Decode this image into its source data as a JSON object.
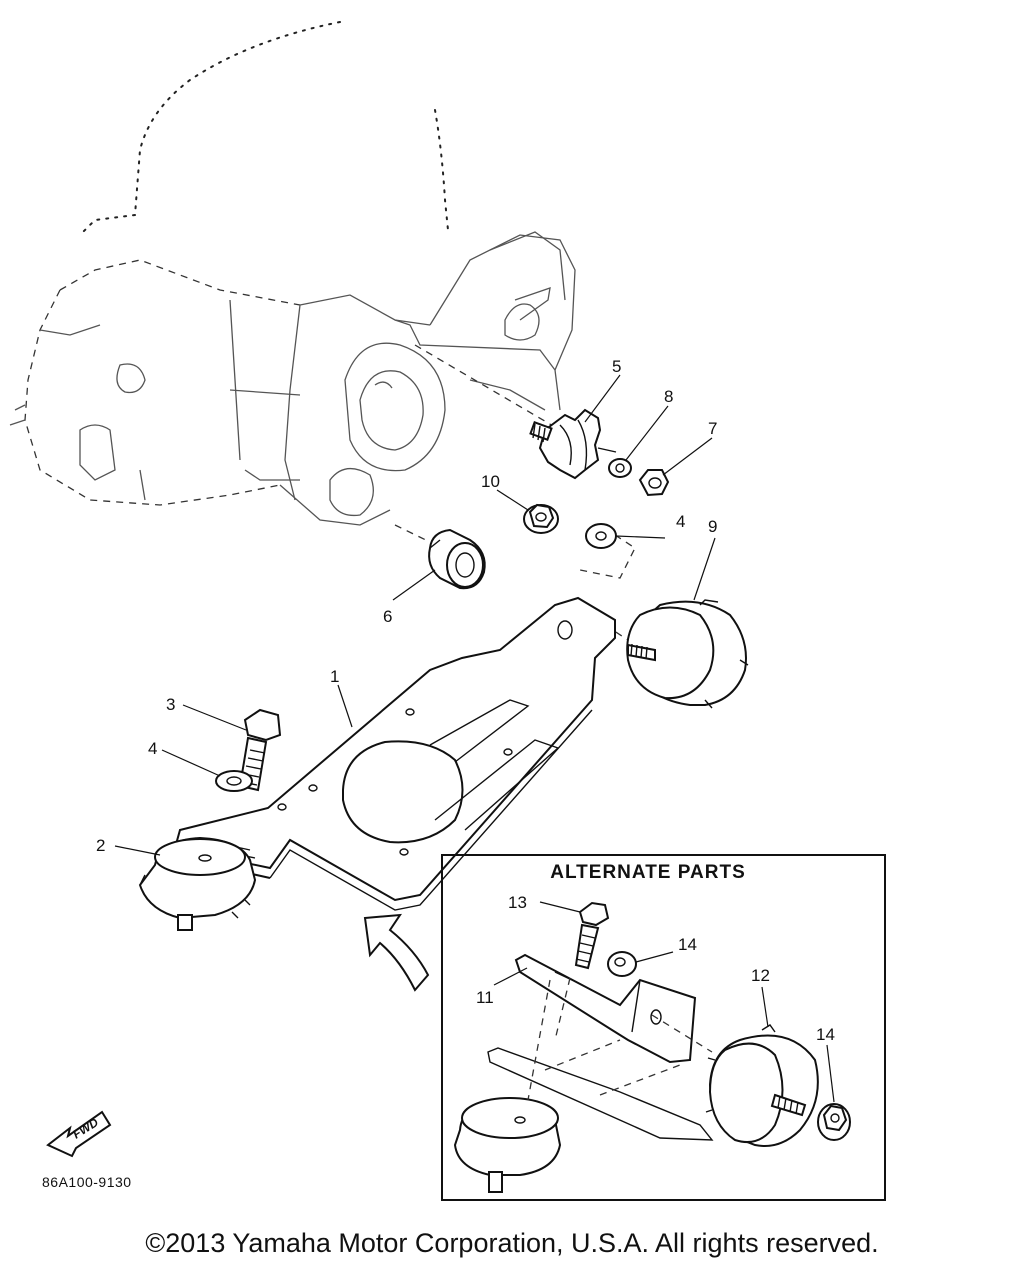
{
  "callouts": {
    "c1": "1",
    "c2": "2",
    "c3": "3",
    "c4a": "4",
    "c4b": "4",
    "c5": "5",
    "c6": "6",
    "c7": "7",
    "c8": "8",
    "c9": "9",
    "c10": "10",
    "c11": "11",
    "c12": "12",
    "c13": "13",
    "c14a": "14",
    "c14b": "14"
  },
  "inset": {
    "title": "ALTERNATE PARTS"
  },
  "direction_label": "FWD",
  "diagram_code": "86A100-9130",
  "copyright": "©2013 Yamaha Motor Corporation, U.S.A. All rights reserved."
}
